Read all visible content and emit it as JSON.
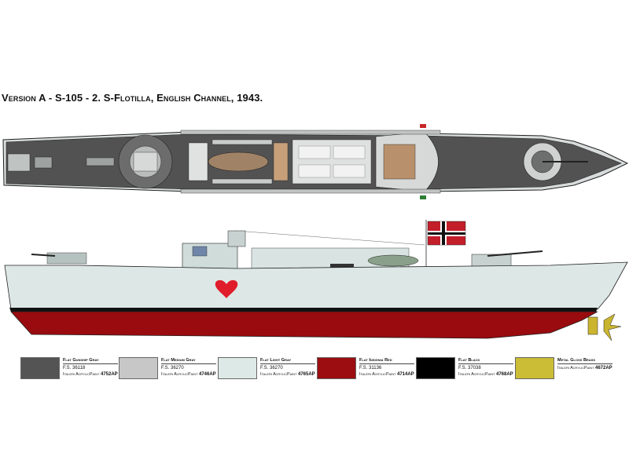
{
  "title": "Version A - S-105 - 2. S-Flotilla, English Channel, 1943.",
  "colors": {
    "deck": "#535252",
    "hull_light": "#dde8e6",
    "hull_red": "#990b0e",
    "boot_black": "#111111",
    "brass": "#c9b52f"
  },
  "views": [
    "top-view",
    "side-view"
  ],
  "paints": [
    {
      "name": "Flat Gunship Gray",
      "fs": "F.S. 36118",
      "code_prefix": "Italeri AcrylicPaint",
      "code": "4752AP",
      "color": "#545454"
    },
    {
      "name": "Flat Medium Gray",
      "fs": "F.S. 36270",
      "code_prefix": "Italeri AcrylicPaint",
      "code": "4746AP",
      "color": "#c6c7c6"
    },
    {
      "name": "Flat Light Gray",
      "fs": "F.S. 36270",
      "code_prefix": "Italeri AcrylicPaint",
      "code": "4765AP",
      "color": "#dde9e6"
    },
    {
      "name": "Flat Insignia Red",
      "fs": "F.S. 31136",
      "code_prefix": "Italeri AcrylicPaint",
      "code": "4714AP",
      "color": "#9b0d10"
    },
    {
      "name": "Flat Black",
      "fs": "F.S. 37038",
      "code_prefix": "Italeri AcrylicPaint",
      "code": "4768AP",
      "color": "#000000"
    },
    {
      "name": "Metal Gloss Brass",
      "fs": "",
      "code_prefix": "Italeri AcrylicPaint",
      "code": "4672AP",
      "color": "#cbbd35"
    }
  ]
}
